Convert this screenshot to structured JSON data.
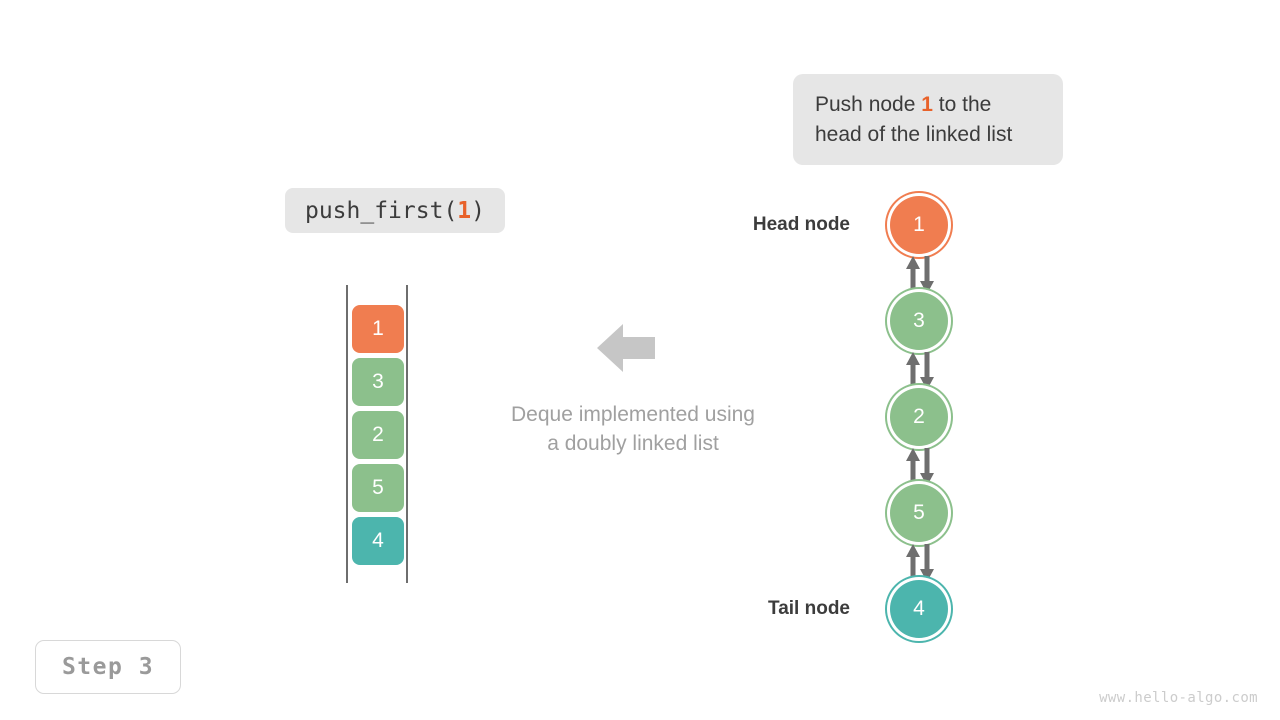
{
  "callout": {
    "text_before": "Push node ",
    "highlight": "1",
    "text_after": " to the head of the linked list"
  },
  "function_label": {
    "prefix": "push_first(",
    "argument": "1",
    "suffix": ")"
  },
  "step_badge": {
    "label": "Step 3"
  },
  "watermark": {
    "text": "www.hello-algo.com"
  },
  "caption": {
    "line1": "Deque implemented using",
    "line2": "a doubly linked list"
  },
  "array": {
    "cells": [
      {
        "value": "1",
        "color": "#f07d50"
      },
      {
        "value": "3",
        "color": "#8cc08c"
      },
      {
        "value": "2",
        "color": "#8cc08c"
      },
      {
        "value": "5",
        "color": "#8cc08c"
      },
      {
        "value": "4",
        "color": "#4cb5ad"
      }
    ]
  },
  "linked_list": {
    "head_label": "Head node",
    "tail_label": "Tail node",
    "nodes": [
      {
        "value": "1",
        "color": "#f07d50"
      },
      {
        "value": "3",
        "color": "#8cc08c"
      },
      {
        "value": "2",
        "color": "#8cc08c"
      },
      {
        "value": "5",
        "color": "#8cc08c"
      },
      {
        "value": "4",
        "color": "#4cb5ad"
      }
    ],
    "link_count": 4
  },
  "colors": {
    "orange": "#f07d50",
    "green": "#8cc08c",
    "teal": "#4cb5ad",
    "arrow_gray": "#6e6e6e",
    "block_arrow_gray": "#c6c6c6",
    "bubble_bg": "#e6e6e6",
    "text_dark": "#3c3c3c",
    "text_muted": "#a0a0a0",
    "highlight_orange": "#e8622a"
  }
}
